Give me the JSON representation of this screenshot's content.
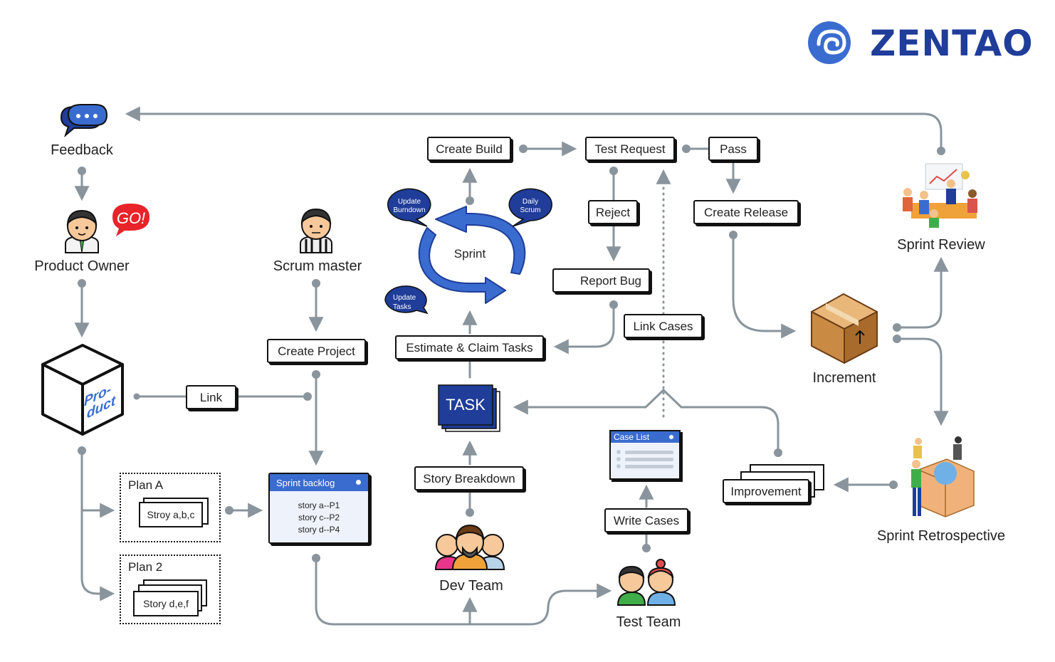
{
  "brand": {
    "name": "ZENTAO",
    "color": "#1f3d99",
    "icon": "zentao-swirl-logo"
  },
  "colors": {
    "arrow": "#8a949c",
    "blue": "#3a6cd0",
    "dark_blue": "#1f3d99",
    "text": "#222222"
  },
  "actors": {
    "feedback": "Feedback",
    "product_owner": "Product Owner",
    "go_badge": "GO!",
    "scrum_master": "Scrum master",
    "dev_team": "Dev Team",
    "test_team": "Test Team",
    "sprint_review": "Sprint Review",
    "sprint_retrospective": "Sprint Retrospective",
    "increment": "Increment"
  },
  "product_cube": {
    "line1": "Pro-",
    "line2": "duct"
  },
  "steps": {
    "create_build": "Create Build",
    "test_request": "Test Request",
    "pass": "Pass",
    "reject": "Reject",
    "create_release": "Create Release",
    "report_bug": "Report Bug",
    "link_cases": "Link Cases",
    "estimate_claim": "Estimate & Claim Tasks",
    "create_project": "Create Project",
    "link": "Link",
    "task": "TASK",
    "story_breakdown": "Story Breakdown",
    "write_cases": "Write Cases",
    "improvement": "Improvement"
  },
  "sprint": {
    "label": "Sprint",
    "bubbles": [
      {
        "line1": "Update",
        "line2": "Burndown"
      },
      {
        "line1": "Daily",
        "line2": "Scrum"
      },
      {
        "line1": "Update",
        "line2": "Tasks"
      }
    ]
  },
  "plans": [
    {
      "title": "Plan A",
      "story": "Stroy a,b,c"
    },
    {
      "title": "Plan 2",
      "story": "Story d,e,f"
    }
  ],
  "sprint_backlog": {
    "title": "Sprint backlog",
    "items": [
      "story a--P1",
      "story c--P2",
      "story d--P4"
    ]
  },
  "case_list": {
    "title": "Case List"
  }
}
